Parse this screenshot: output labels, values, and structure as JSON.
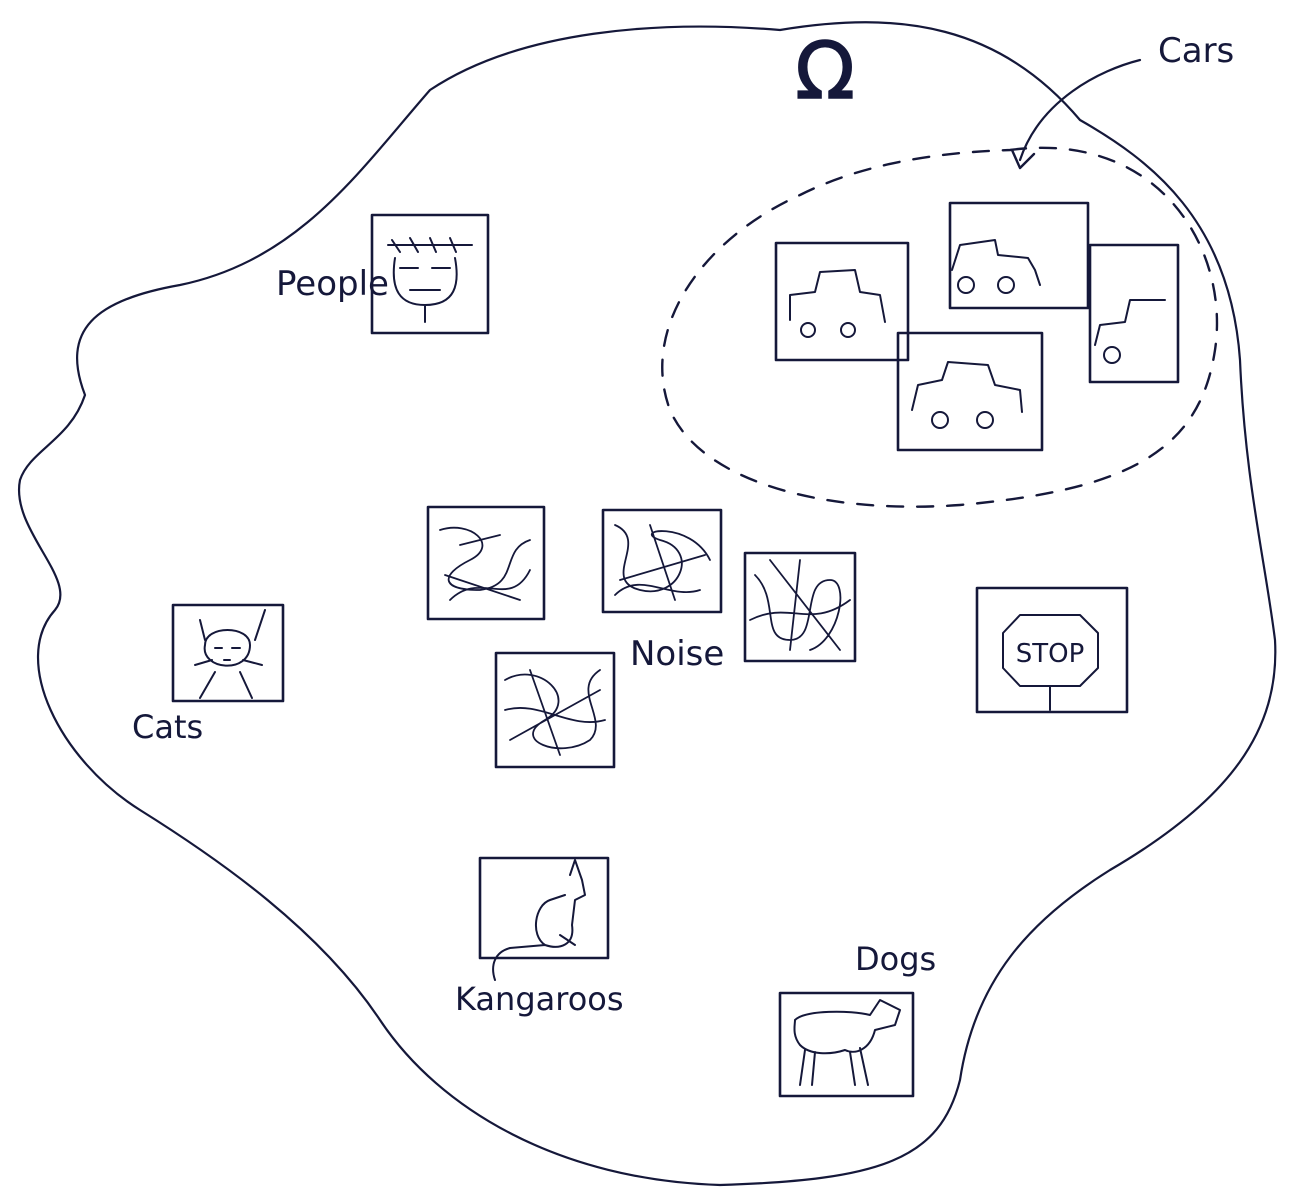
{
  "symbol": "Ω",
  "labels": {
    "cars": "Cars",
    "people": "People",
    "noise": "Noise",
    "cats": "Cats",
    "kangaroos": "Kangaroos",
    "dogs": "Dogs",
    "stop": "STOP"
  },
  "colors": {
    "ink": "#15183a",
    "background": "#ffffff"
  }
}
